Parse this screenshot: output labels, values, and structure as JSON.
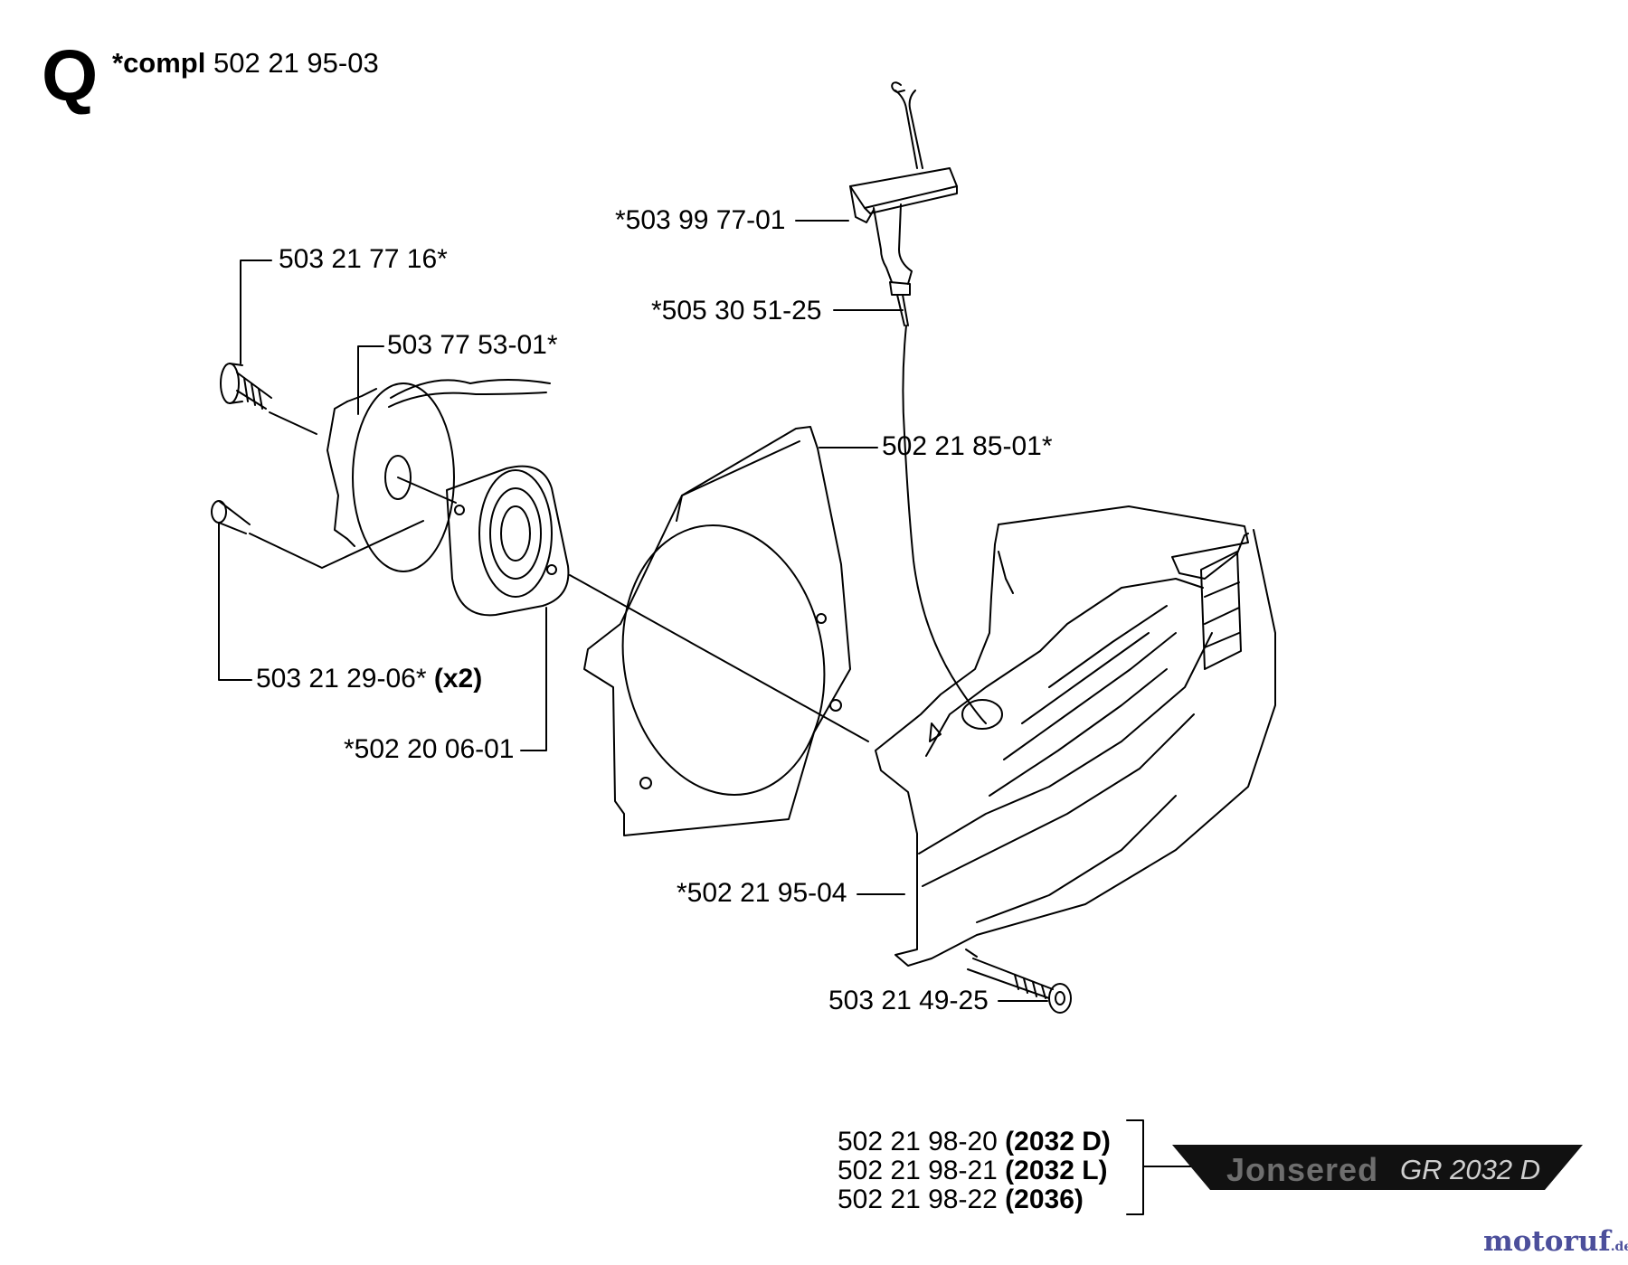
{
  "header": {
    "section_letter": "Q",
    "compl_label": "*compl",
    "compl_number": "502 21 95-03"
  },
  "callouts": {
    "handle": "*503 99 77-01",
    "rope": "*505 30 51-25",
    "screw_top": "503 21 77 16*",
    "pulley": "503 77 53-01*",
    "plate": "502 21 85-01*",
    "screw_small": "503 21 29-06*",
    "screw_small_qty": "(x2)",
    "spring_cassette": "*502 20 06-01",
    "cover": "*502 21 95-04",
    "cover_screw": "503 21 49-25"
  },
  "variants": [
    {
      "number": "502 21 98-20",
      "model": "(2032 D)"
    },
    {
      "number": "502 21 98-21",
      "model": "(2032 L)"
    },
    {
      "number": "502 21 98-22",
      "model": "(2036)"
    }
  ],
  "brand": {
    "name": "Jonsered",
    "model": "GR 2032 D"
  },
  "watermark": {
    "name": "motoruf",
    "tld": ".de"
  }
}
